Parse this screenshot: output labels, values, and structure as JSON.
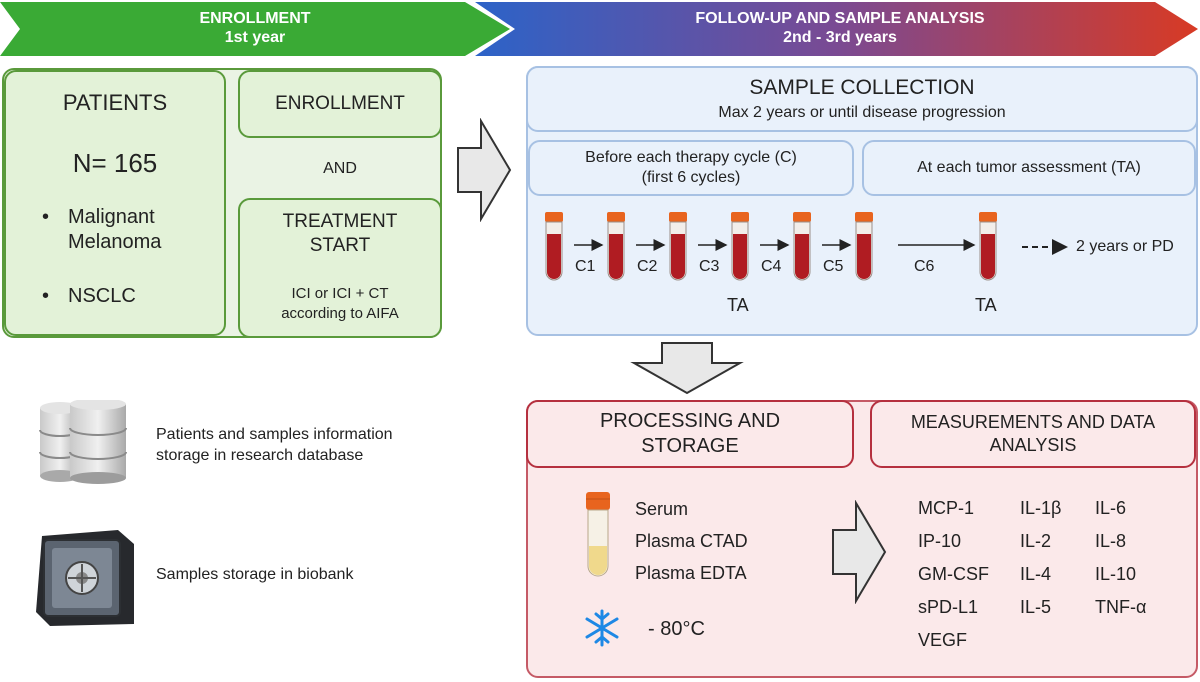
{
  "banners": {
    "enrollment": "ENROLLMENT\n1st year",
    "followup": "FOLLOW-UP AND SAMPLE ANALYSIS\n2nd - 3rd years"
  },
  "patients": {
    "title": "PATIENTS",
    "count": "N= 165",
    "items": [
      "Malignant\nMelanoma",
      "NSCLC"
    ]
  },
  "enrollment_box": "ENROLLMENT",
  "and_label": "AND",
  "treatment": {
    "title": "TREATMENT\nSTART",
    "detail": "ICI or ICI + CT\naccording to AIFA"
  },
  "sample_collection": {
    "title": "SAMPLE COLLECTION",
    "subtitle": "Max 2 years or until disease progression",
    "before_cycle": "Before each therapy cycle (C)\n(first 6 cycles)",
    "tumor_assessment": "At each tumor assessment (TA)",
    "cycles": [
      "C1",
      "C2",
      "C3",
      "C4",
      "C5",
      "C6"
    ],
    "ta_labels": [
      "TA",
      "TA"
    ],
    "end_label": "2 years or PD"
  },
  "storage": {
    "database": "Patients and samples information\nstorage in research database",
    "biobank": "Samples storage in biobank"
  },
  "processing": {
    "title": "PROCESSING AND\nSTORAGE",
    "samples": [
      "Serum",
      "Plasma CTAD",
      "Plasma EDTA"
    ],
    "temperature": "- 80°C"
  },
  "measurements": {
    "title": "MEASUREMENTS AND DATA\nANALYSIS",
    "col1": [
      "MCP-1",
      "IP-10",
      "GM-CSF",
      "sPD-L1",
      "VEGF"
    ],
    "col2": [
      "IL-1β",
      "IL-2",
      "IL-4",
      "IL-5"
    ],
    "col3": [
      "IL-6",
      "IL-8",
      "IL-10",
      "TNF-α"
    ]
  },
  "colors": {
    "green": "#39a935",
    "blue": "#2f6fc4",
    "red": "#d03a2c",
    "tube_red": "#b01c22",
    "cap_orange": "#e8641e"
  },
  "icons": [
    "database-icon",
    "safe-icon",
    "snowflake-icon",
    "blood-tube-icon",
    "arrow-right-icon",
    "arrow-down-icon"
  ]
}
